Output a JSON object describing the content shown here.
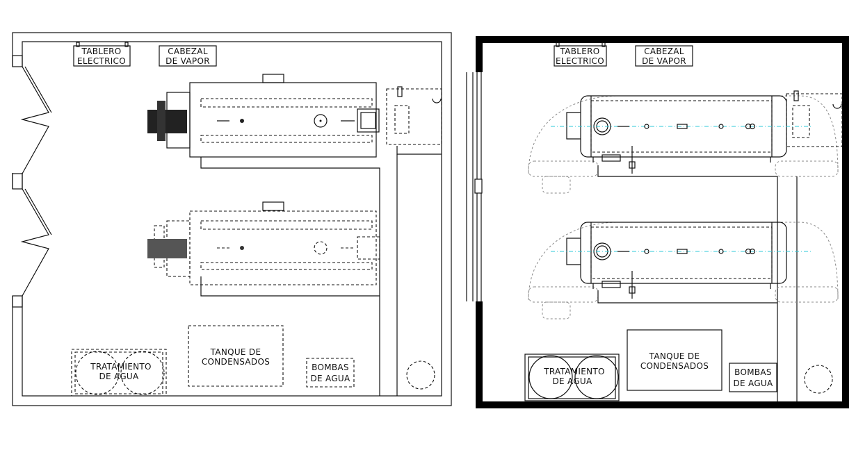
{
  "labels": {
    "tablero_line1": "TABLERO",
    "tablero_line2": "ELECTRICO",
    "cabezal_line1": "CABEZAL",
    "cabezal_line2": "DE VAPOR",
    "tanque_line1": "TANQUE DE",
    "tanque_line2": "CONDENSADOS",
    "bombas_line1": "BOMBAS",
    "bombas_line2": "DE AGUA",
    "tratamiento_line1": "TRATAMIENTO",
    "tratamiento_line2": "DE AGUA"
  },
  "colors": {
    "line": "#111111",
    "hidden_line": "#8a8a8a",
    "center_line": "#2ec8d8",
    "wall_fill": "#000000"
  }
}
